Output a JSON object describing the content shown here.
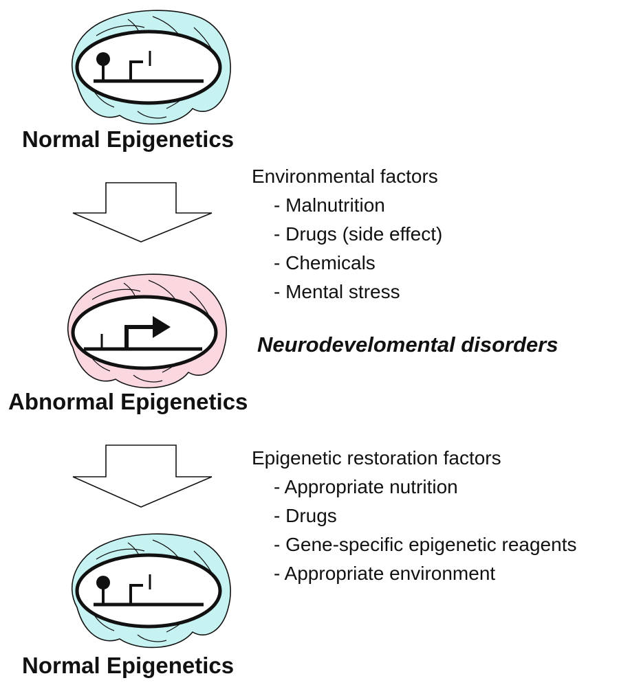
{
  "stages": [
    {
      "label": "Normal Epigenetics",
      "state": "normal",
      "brain_color": "#c6f3f2"
    },
    {
      "label": "Abnormal Epigenetics",
      "state": "abnormal",
      "brain_color": "#fbd7e0"
    },
    {
      "label": "Normal Epigenetics",
      "state": "normal",
      "brain_color": "#c6f3f2"
    }
  ],
  "environmental_factors": {
    "heading": "Environmental factors",
    "items": [
      "- Malnutrition",
      "- Drugs (side effect)",
      "- Chemicals",
      "- Mental stress"
    ]
  },
  "disorder_label": "Neurodevelomental disorders",
  "restoration_factors": {
    "heading": "Epigenetic restoration factors",
    "items": [
      "- Appropriate nutrition",
      "- Drugs",
      "- Gene-specific epigenetic reagents",
      "- Appropriate environment"
    ]
  },
  "colors": {
    "outline": "#111111",
    "arrow_fill": "#ffffff",
    "text": "#111111"
  }
}
